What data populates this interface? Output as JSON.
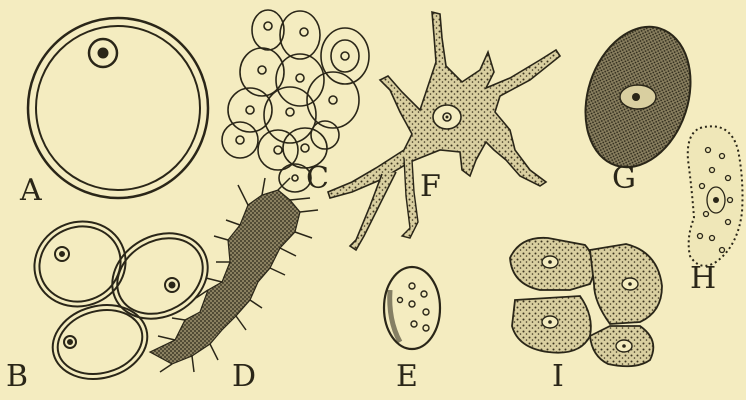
{
  "figure": {
    "background": "#f4ecc0",
    "ink": "#2a2618",
    "panels": [
      {
        "label": "A"
      },
      {
        "label": "B"
      },
      {
        "label": "C"
      },
      {
        "label": "D"
      },
      {
        "label": "E"
      },
      {
        "label": "F"
      },
      {
        "label": "G"
      },
      {
        "label": "H"
      },
      {
        "label": "I"
      }
    ]
  }
}
